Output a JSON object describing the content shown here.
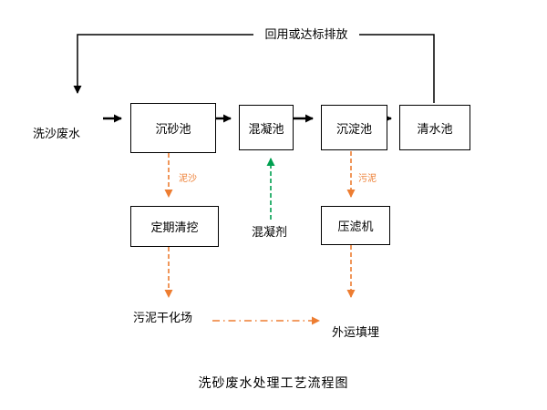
{
  "title": "洗砂废水处理工艺流程图",
  "nodes": {
    "grit": "沉砂池",
    "coagulation": "混凝池",
    "sedimentation": "沉淀池",
    "clear_water": "清水池",
    "periodic_cleaning": "定期清挖",
    "filter_press": "压滤机"
  },
  "labels": {
    "influent": "洗沙废水",
    "reuse_discharge": "回用或达标排放",
    "grit_sludge": "泥沙",
    "sludge": "污泥",
    "coagulant": "混凝剂",
    "sludge_drying_field": "污泥干化场",
    "offsite_landfill": "外运填埋"
  },
  "colors": {
    "flow_line": "#000000",
    "sludge_line": "#ED7D31",
    "coagulant_line": "#00A050"
  }
}
